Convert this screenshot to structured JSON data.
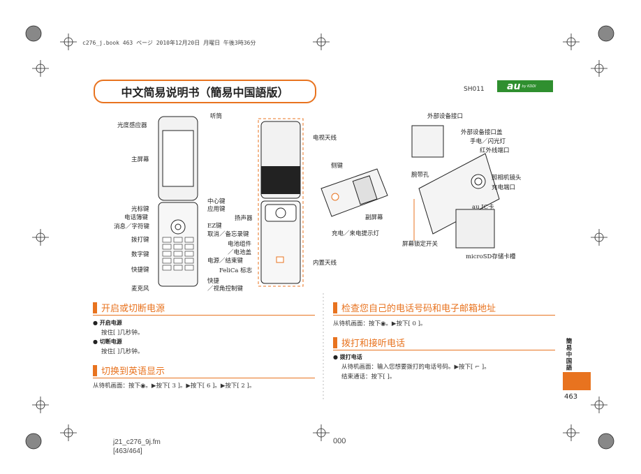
{
  "header": {
    "book_info": "c276_j.book  463 ページ  2010年12月20日  月曜日  午後3時36分"
  },
  "title": "中文简易说明书（簡易中国語版）",
  "model": "SH011",
  "brand": {
    "logo_text": "au",
    "logo_sub": "by KDDI"
  },
  "phone_front_labels": {
    "listen": "听筒",
    "light_sensor": "光度感应器",
    "main_screen": "主屏幕",
    "center_key": "中心键",
    "cursor_key": "光标键",
    "app_key": "应用键",
    "phonebook_key": "电话簿键",
    "message_key": "消息／字符键",
    "ez_key": "EZ键",
    "dial_key": "拨打键",
    "cancel_key": "取消／备忘录键",
    "number_keys": "数字键",
    "power_key": "电源／结束键",
    "shortcut_keys": "快捷键",
    "microphone": "麦克风",
    "quick": "快捷",
    "view_control": "／视角控制键"
  },
  "phone_back_labels": {
    "tv_antenna": "电视天线",
    "speaker": "扬声器",
    "battery": "电池组件",
    "battery_cover": "／电池盖",
    "felica": "FeliCa 标志",
    "internal_antenna": "内置天线",
    "side_key": "侧键",
    "sub_screen": "副屏幕",
    "charge_led": "充电／来电提示灯"
  },
  "phone_side_labels": {
    "ext_port": "外部设备接口",
    "ext_port_cover": "外部设备接口盖",
    "flash": "手电／闪光灯",
    "infrared": "红外线端口",
    "strap": "腕带孔",
    "camera": "照相机镜头",
    "charge_port": "充电端口",
    "au_ic": "au IC卡",
    "screen_lock": "屏幕锁定开关",
    "microsd": "microSD存储卡槽"
  },
  "sections": {
    "power": {
      "title": "开启或切断电源",
      "on_title": "开启电源",
      "on_text": "按住[    ]几秒钟。",
      "off_title": "切断电源",
      "off_text": "按住[    ]几秒钟。"
    },
    "english": {
      "title": "切换到英语显示",
      "text": "从待机画面：按下◉。▶按下[ 3 ]。▶按下[ 6 ]。▶按下[ 2 ]。"
    },
    "check": {
      "title": "检查您自己的电话号码和电子邮箱地址",
      "text": "从待机画面：按下◉。▶按下[ 0 ]。"
    },
    "call": {
      "title": "拨打和接听电话",
      "sub_title": "拨打电话",
      "text1": "从待机画面：输入您想要拨打的电话号码。▶按下[ ⌐ ]。",
      "text2": "结束通话：按下[    ]。"
    }
  },
  "side_tab": {
    "text": "簡易中国語",
    "page": "463"
  },
  "footer": {
    "file": "j21_c276_9j.fm",
    "pages": "[463/464]",
    "code": "000"
  },
  "colors": {
    "accent": "#e8731f",
    "brand_green": "#2f8f2f"
  }
}
